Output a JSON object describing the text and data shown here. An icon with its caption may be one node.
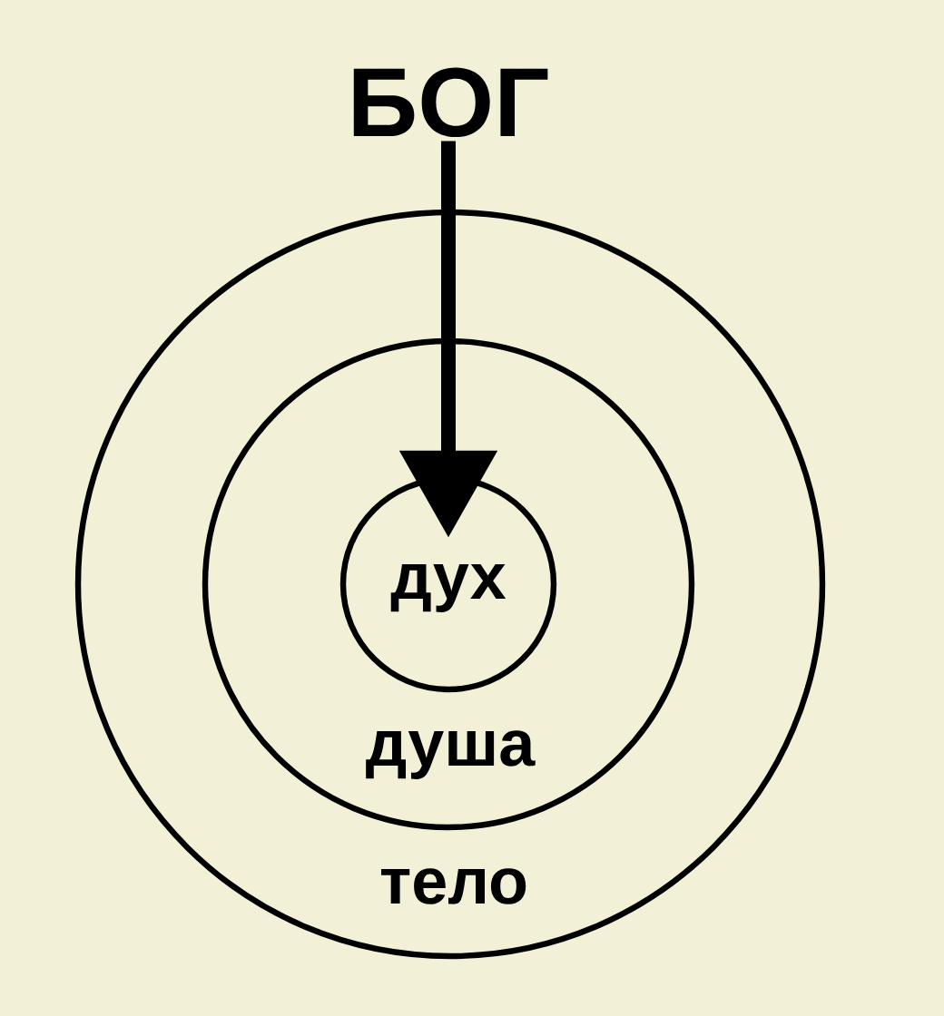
{
  "diagram": {
    "nodes": [
      {
        "text": [
          "БОГ"
        ]
      },
      {
        "text": [
          "тело"
        ]
      },
      {
        "text": [
          "душа"
        ],
        "in": 1
      },
      {
        "text": [
          "дух"
        ],
        "in": 2
      }
    ],
    "edges": [
      {
        "from": 0,
        "to": 3,
        "arrow": "to"
      }
    ]
  }
}
